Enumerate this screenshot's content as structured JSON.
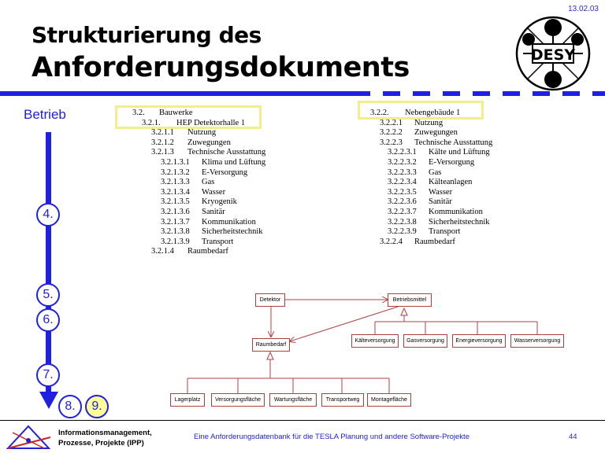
{
  "date": "13.02.03",
  "title_line1": "Strukturierung des",
  "title_line2": "Anforderungsdokuments",
  "logo_text": "DESY",
  "betrieb_label": "Betrieb",
  "steps": [
    "4.",
    "5.",
    "6.",
    "7.",
    "8.",
    "9."
  ],
  "outline_left": [
    {
      "num": "3.2.",
      "text": "Bauwerke"
    },
    {
      "num": "3.2.1.",
      "text": "HEP Detektorhalle 1"
    },
    {
      "num": "3.2.1.1",
      "text": "Nutzung"
    },
    {
      "num": "3.2.1.2",
      "text": "Zuwegungen"
    },
    {
      "num": "3.2.1.3",
      "text": "Technische Ausstattung"
    },
    {
      "num": "3.2.1.3.1",
      "text": "Klima und Lüftung"
    },
    {
      "num": "3.2.1.3.2",
      "text": "E-Versorgung"
    },
    {
      "num": "3.2.1.3.3",
      "text": "Gas"
    },
    {
      "num": "3.2.1.3.4",
      "text": "Wasser"
    },
    {
      "num": "3.2.1.3.5",
      "text": "Kryogenik"
    },
    {
      "num": "3.2.1.3.6",
      "text": "Sanitär"
    },
    {
      "num": "3.2.1.3.7",
      "text": "Kommunikation"
    },
    {
      "num": "3.2.1.3.8",
      "text": "Sicherheitstechnik"
    },
    {
      "num": "3.2.1.3.9",
      "text": "Transport"
    },
    {
      "num": "3.2.1.4",
      "text": "Raumbedarf"
    }
  ],
  "outline_right": [
    {
      "num": "3.2.2.",
      "text": "Nebengebäude 1"
    },
    {
      "num": "3.2.2.1",
      "text": "Nutzung"
    },
    {
      "num": "3.2.2.2",
      "text": "Zuwegungen"
    },
    {
      "num": "3.2.2.3",
      "text": "Technische Ausstattung"
    },
    {
      "num": "3.2.2.3.1",
      "text": "Kälte und Lüftung"
    },
    {
      "num": "3.2.2.3.2",
      "text": "E-Versorgung"
    },
    {
      "num": "3.2.2.3.3",
      "text": "Gas"
    },
    {
      "num": "3.2.2.3.4",
      "text": "Kälteanlagen"
    },
    {
      "num": "3.2.2.3.5",
      "text": "Wasser"
    },
    {
      "num": "3.2.2.3.6",
      "text": "Sanitär"
    },
    {
      "num": "3.2.2.3.7",
      "text": "Kommunikation"
    },
    {
      "num": "3.2.2.3.8",
      "text": "Sicherheitstechnik"
    },
    {
      "num": "3.2.2.3.9",
      "text": "Transport"
    },
    {
      "num": "3.2.2.4",
      "text": "Raumbedarf"
    }
  ],
  "diagram": {
    "detektor": "Detektor",
    "betriebsmittel": "Betriebsmittel",
    "raumbedarf": "Raumbedarf",
    "kaelte": "Kälteversorgung",
    "gas": "Gasversorgung",
    "energie": "Energieversorgung",
    "wasser": "Wasserversorgung",
    "lagerplatz": "Lagerplatz",
    "versorgung": "Versorgungsfläche",
    "wartung": "Wartungsfläche",
    "transport": "Transportweg",
    "montage": "Montagefläche"
  },
  "footer": {
    "org_line1": "Informationsmanagement,",
    "org_line2": "Prozesse, Projekte (IPP)",
    "center": "Eine  Anforderungsdatenbank  für  die  TESLA Planung und andere Software-Projekte",
    "page": "44"
  },
  "colors": {
    "accent": "#2020e0",
    "highlight": "#f2ee88",
    "step_yellow": "#ffff99",
    "uml_border": "#b04040"
  }
}
